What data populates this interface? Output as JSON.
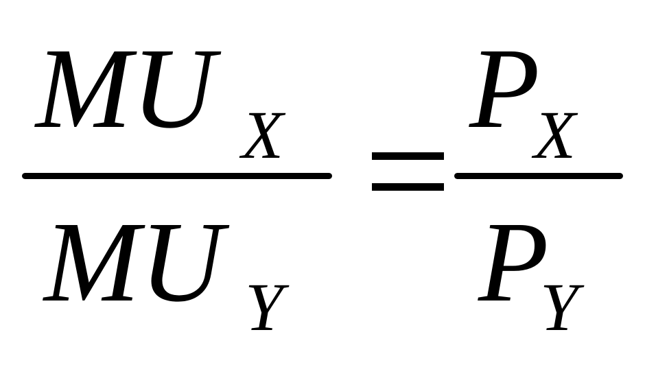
{
  "equation": {
    "left": {
      "numerator": {
        "base": "MU",
        "subscript": "X"
      },
      "denominator": {
        "base": "MU",
        "subscript": "Y"
      }
    },
    "relation": "=",
    "right": {
      "numerator": {
        "base": "P",
        "subscript": "X"
      },
      "denominator": {
        "base": "P",
        "subscript": "Y"
      }
    }
  }
}
